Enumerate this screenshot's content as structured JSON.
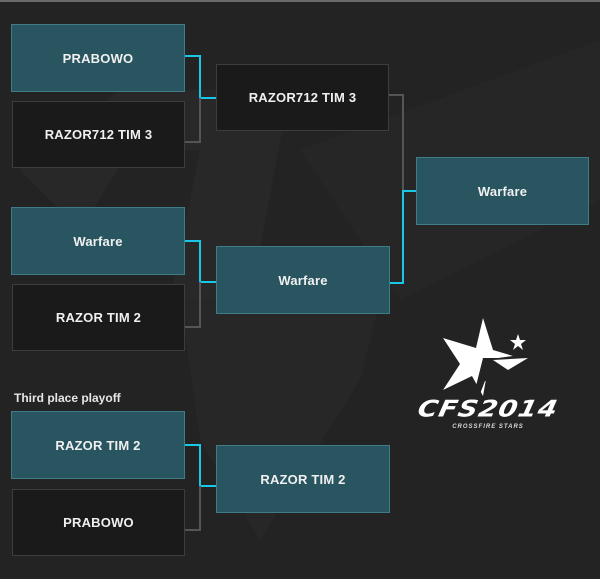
{
  "bracket": {
    "round1": [
      {
        "top": {
          "name": "PRABOWO",
          "highlighted": true
        },
        "bottom": {
          "name": "RAZOR712 TIM 3",
          "highlighted": false
        }
      },
      {
        "top": {
          "name": "Warfare",
          "highlighted": true
        },
        "bottom": {
          "name": "RAZOR TIM 2",
          "highlighted": false
        }
      }
    ],
    "round2": [
      {
        "name": "RAZOR712 TIM 3",
        "highlighted": false
      },
      {
        "name": "Warfare",
        "highlighted": true
      }
    ],
    "final": {
      "name": "Warfare",
      "highlighted": true
    }
  },
  "third_place": {
    "label": "Third place playoff",
    "match": {
      "top": {
        "name": "RAZOR TIM 2",
        "highlighted": true
      },
      "bottom": {
        "name": "PRABOWO",
        "highlighted": false
      }
    },
    "winner": {
      "name": "RAZOR TIM 2",
      "highlighted": true
    }
  },
  "logo": {
    "title": "CFS2014",
    "subtitle": "CROSSFIRE STARS",
    "icon": "star-f-icon"
  },
  "colors": {
    "background": "#232323",
    "winner_box": "#285560",
    "loser_box": "#1a1a1a",
    "active_connector": "#19c8e6",
    "inactive_connector": "#555555"
  }
}
